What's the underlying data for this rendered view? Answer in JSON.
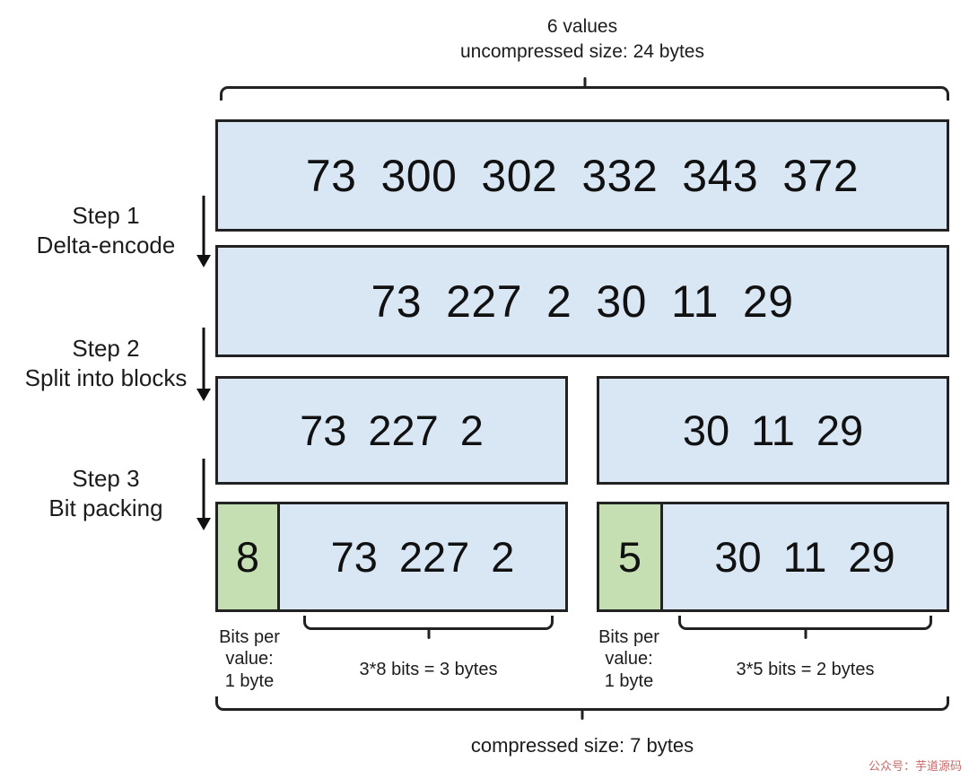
{
  "top": {
    "line1": "6 values",
    "line2": "uncompressed size: 24 bytes"
  },
  "steps": [
    {
      "line1": "Step 1",
      "line2": "Delta-encode"
    },
    {
      "line1": "Step 2",
      "line2": "Split into blocks"
    },
    {
      "line1": "Step 3",
      "line2": "Bit packing"
    }
  ],
  "rows": {
    "original": {
      "values": [
        "73",
        "300",
        "302",
        "332",
        "343",
        "372"
      ]
    },
    "delta": {
      "values": [
        "73",
        "227",
        "2",
        "30",
        "11",
        "29"
      ]
    }
  },
  "blocks": [
    {
      "values": [
        "73",
        "227",
        "2"
      ]
    },
    {
      "values": [
        "30",
        "11",
        "29"
      ]
    }
  ],
  "packed": [
    {
      "bits": "8",
      "values": [
        "73",
        "227",
        "2"
      ],
      "bits_label": [
        "Bits per",
        "value:",
        "1 byte"
      ],
      "size_label": "3*8 bits = 3 bytes"
    },
    {
      "bits": "5",
      "values": [
        "30",
        "11",
        "29"
      ],
      "bits_label": [
        "Bits per",
        "value:",
        "1 byte"
      ],
      "size_label": "3*5 bits = 2 bytes"
    }
  ],
  "bottom": {
    "compressed_label": "compressed size: 7 bytes"
  },
  "watermark": {
    "text": "公众号：芋道源码"
  },
  "colors": {
    "box_fill": "#d9e7f5",
    "bits_fill": "#c6dfb2",
    "line": "#222222",
    "watermark": "#c96a6a"
  }
}
